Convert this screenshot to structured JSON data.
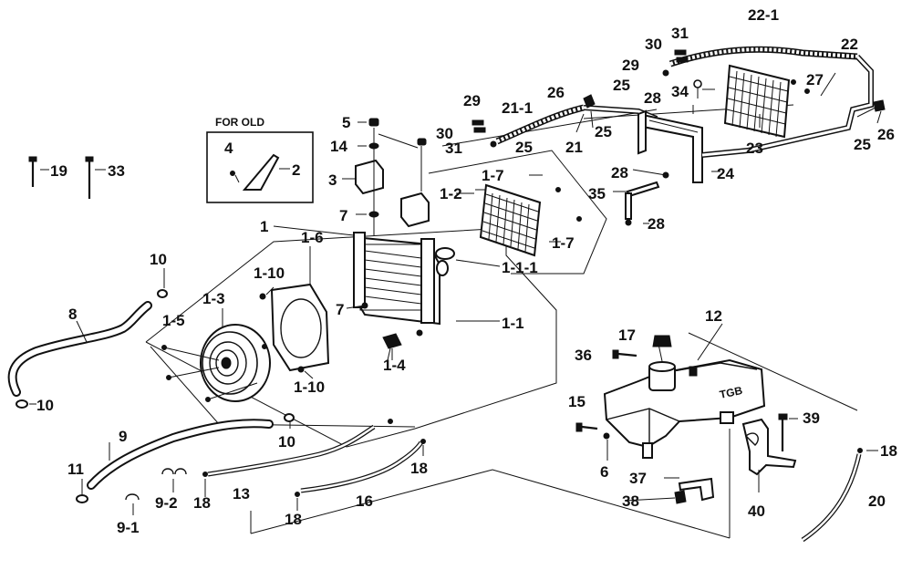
{
  "inset": {
    "title": "FOR OLD"
  },
  "callouts": [
    {
      "id": "c-19",
      "text": "19"
    },
    {
      "id": "c-33",
      "text": "33"
    },
    {
      "id": "c-4",
      "text": "4"
    },
    {
      "id": "c-2",
      "text": "2"
    },
    {
      "id": "c-5",
      "text": "5"
    },
    {
      "id": "c-14",
      "text": "14"
    },
    {
      "id": "c-3",
      "text": "3"
    },
    {
      "id": "c-7a",
      "text": "7"
    },
    {
      "id": "c-7b",
      "text": "7"
    },
    {
      "id": "c-1",
      "text": "1"
    },
    {
      "id": "c-1-6",
      "text": "1-6"
    },
    {
      "id": "c-1-10a",
      "text": "1-10"
    },
    {
      "id": "c-1-10b",
      "text": "1-10"
    },
    {
      "id": "c-1-3",
      "text": "1-3"
    },
    {
      "id": "c-1-5",
      "text": "1-5"
    },
    {
      "id": "c-1-4",
      "text": "1-4"
    },
    {
      "id": "c-1-1",
      "text": "1-1"
    },
    {
      "id": "c-1-1-1",
      "text": "1-1-1"
    },
    {
      "id": "c-1-2",
      "text": "1-2"
    },
    {
      "id": "c-1-7a",
      "text": "1-7"
    },
    {
      "id": "c-1-7b",
      "text": "1-7"
    },
    {
      "id": "c-10a",
      "text": "10"
    },
    {
      "id": "c-10b",
      "text": "10"
    },
    {
      "id": "c-10c",
      "text": "10"
    },
    {
      "id": "c-8",
      "text": "8"
    },
    {
      "id": "c-9",
      "text": "9"
    },
    {
      "id": "c-9-1",
      "text": "9-1"
    },
    {
      "id": "c-9-2",
      "text": "9-2"
    },
    {
      "id": "c-11",
      "text": "11"
    },
    {
      "id": "c-13",
      "text": "13"
    },
    {
      "id": "c-16",
      "text": "16"
    },
    {
      "id": "c-18a",
      "text": "18"
    },
    {
      "id": "c-18b",
      "text": "18"
    },
    {
      "id": "c-18c",
      "text": "18"
    },
    {
      "id": "c-18d",
      "text": "18"
    },
    {
      "id": "c-29a",
      "text": "29"
    },
    {
      "id": "c-30a",
      "text": "30"
    },
    {
      "id": "c-31a",
      "text": "31"
    },
    {
      "id": "c-25a",
      "text": "25"
    },
    {
      "id": "c-21-1",
      "text": "21-1"
    },
    {
      "id": "c-21",
      "text": "21"
    },
    {
      "id": "c-26a",
      "text": "26"
    },
    {
      "id": "c-25b",
      "text": "25"
    },
    {
      "id": "c-30b",
      "text": "30"
    },
    {
      "id": "c-31b",
      "text": "31"
    },
    {
      "id": "c-29b",
      "text": "29"
    },
    {
      "id": "c-25c",
      "text": "25"
    },
    {
      "id": "c-28a",
      "text": "28"
    },
    {
      "id": "c-34",
      "text": "34"
    },
    {
      "id": "c-22-1",
      "text": "22-1"
    },
    {
      "id": "c-22",
      "text": "22"
    },
    {
      "id": "c-27",
      "text": "27"
    },
    {
      "id": "c-23",
      "text": "23"
    },
    {
      "id": "c-25d",
      "text": "25"
    },
    {
      "id": "c-26b",
      "text": "26"
    },
    {
      "id": "c-24",
      "text": "24"
    },
    {
      "id": "c-28b",
      "text": "28"
    },
    {
      "id": "c-35",
      "text": "35"
    },
    {
      "id": "c-28c",
      "text": "28"
    },
    {
      "id": "c-12",
      "text": "12"
    },
    {
      "id": "c-17",
      "text": "17"
    },
    {
      "id": "c-36",
      "text": "36"
    },
    {
      "id": "c-15",
      "text": "15"
    },
    {
      "id": "c-6",
      "text": "6"
    },
    {
      "id": "c-37",
      "text": "37"
    },
    {
      "id": "c-38",
      "text": "38"
    },
    {
      "id": "c-39",
      "text": "39"
    },
    {
      "id": "c-40",
      "text": "40"
    },
    {
      "id": "c-20",
      "text": "20"
    }
  ],
  "tank_brand": "TGB"
}
